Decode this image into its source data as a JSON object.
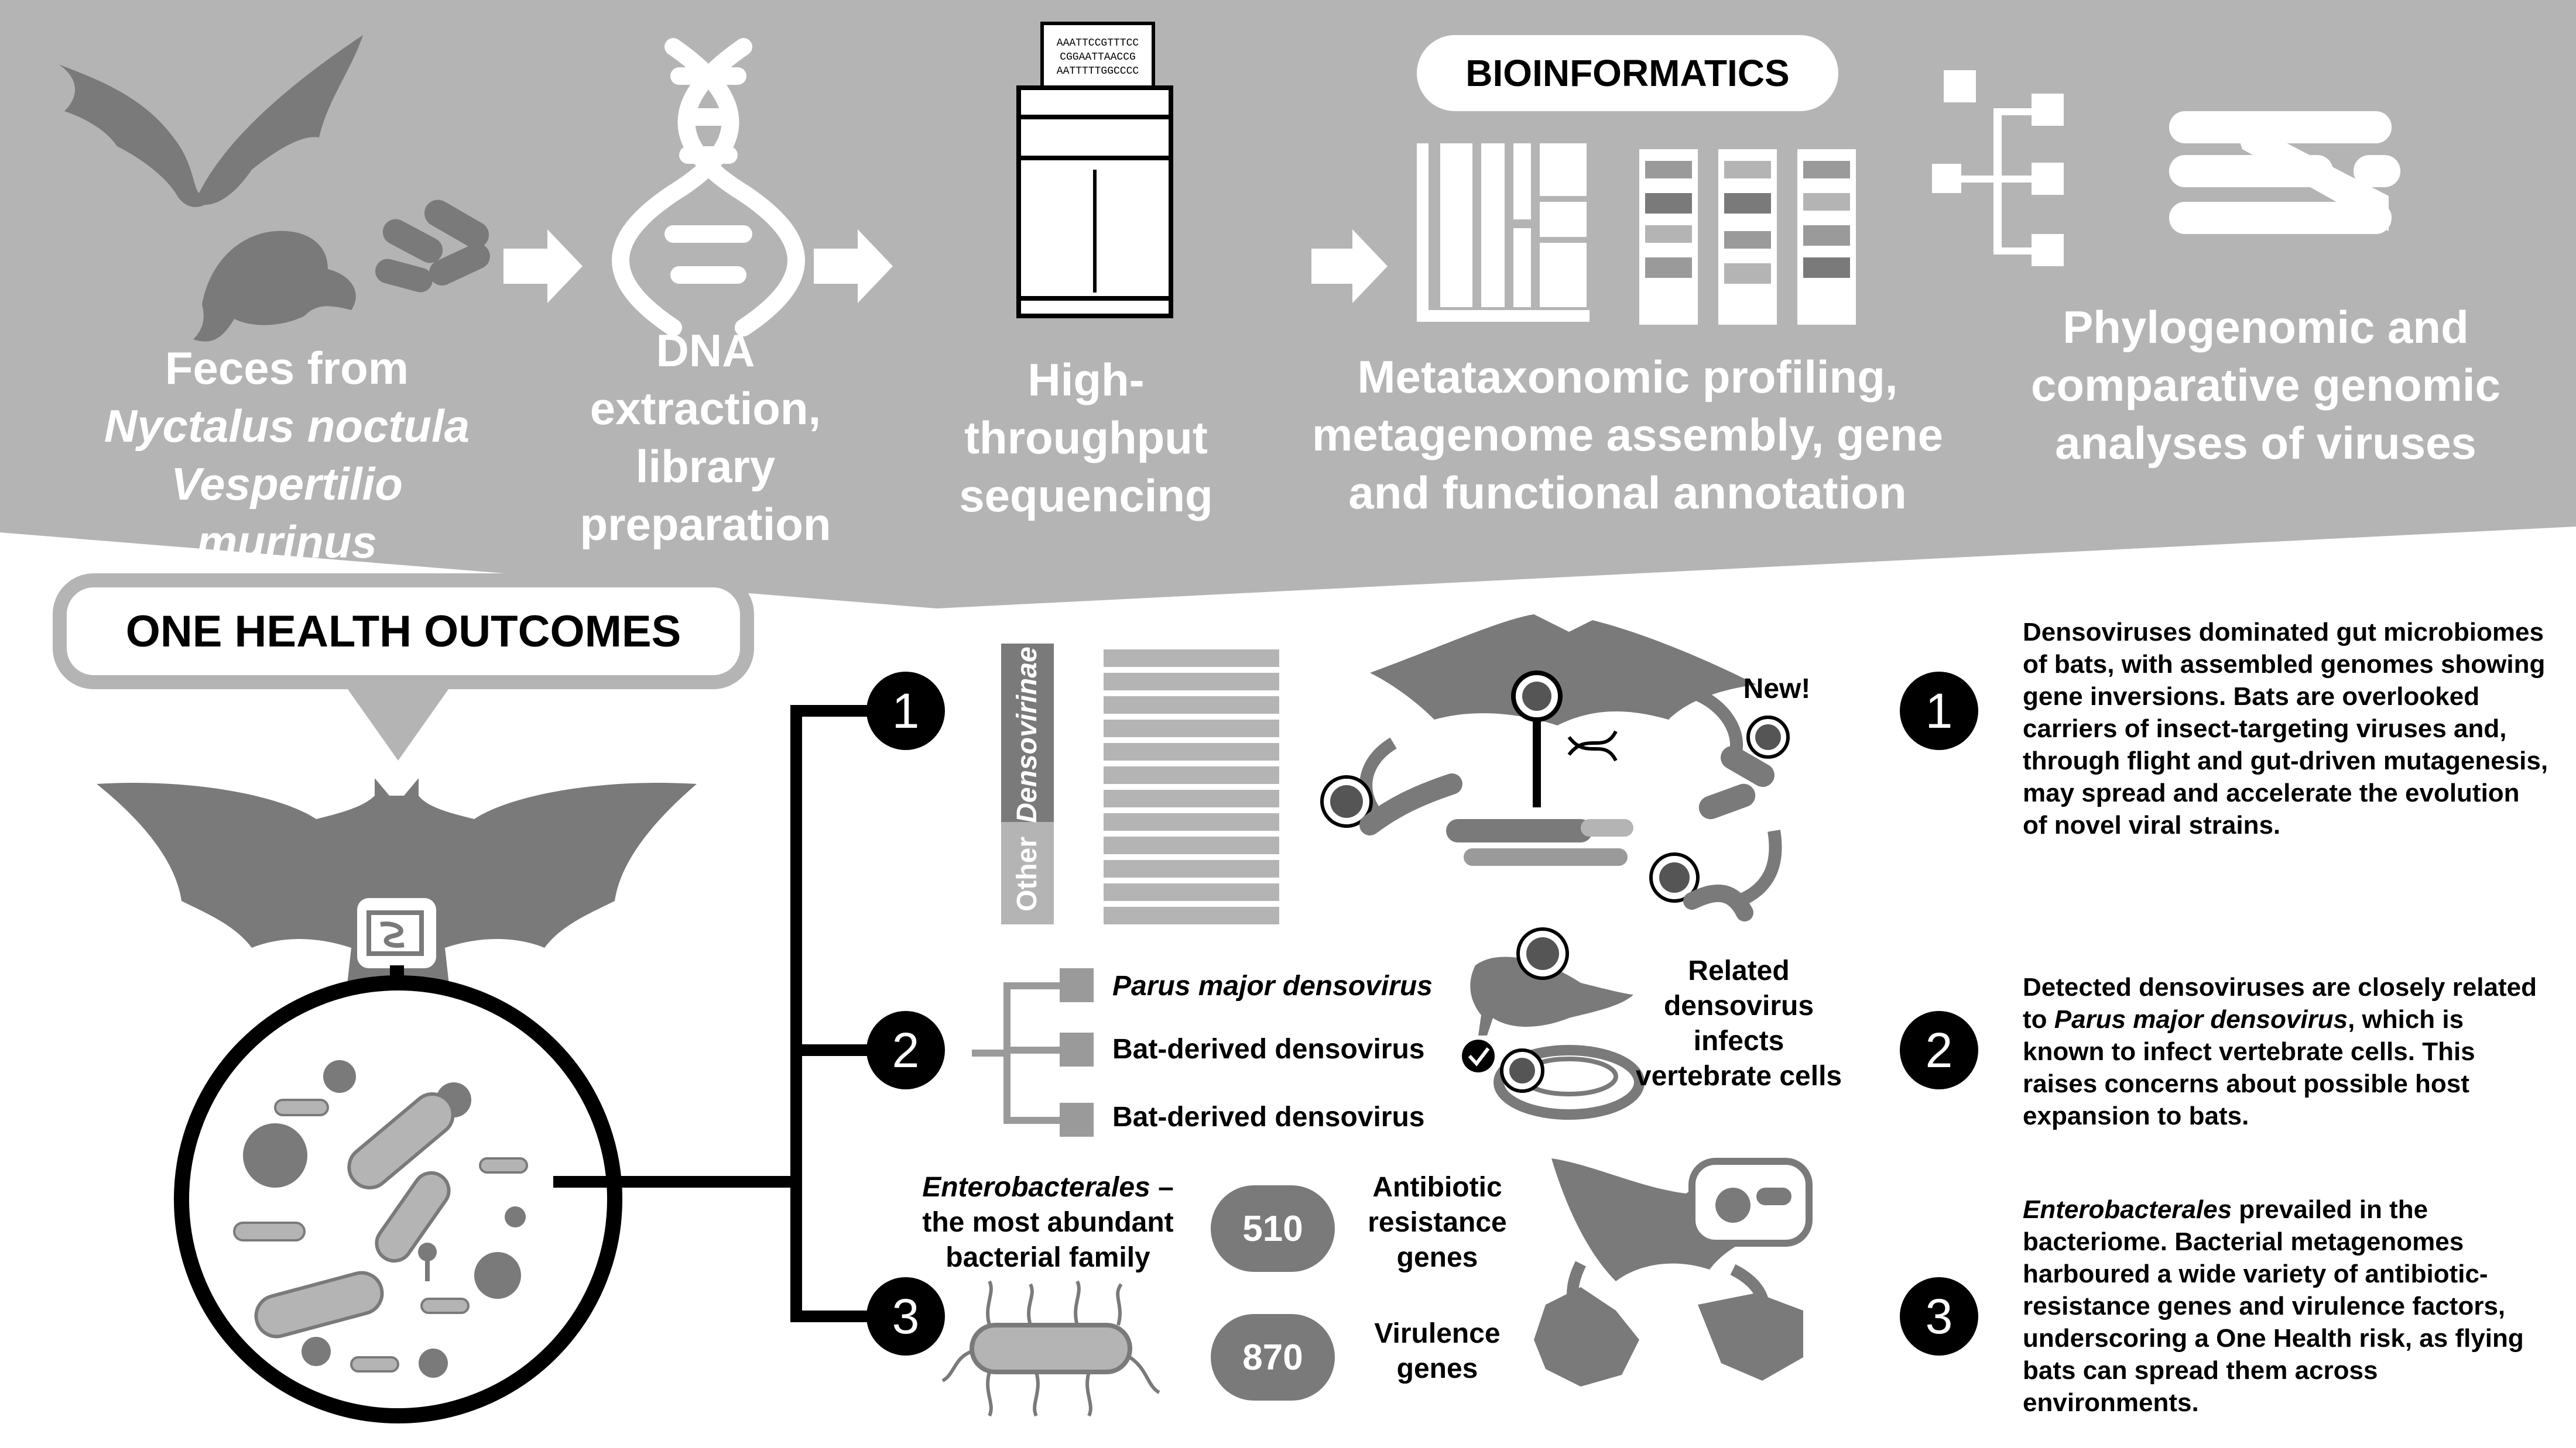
{
  "top": {
    "steps": [
      {
        "line1": "Feces from",
        "line2": "Nyctalus noctula",
        "line3": "Vespertilio murinus"
      },
      {
        "text": "DNA extraction, library preparation"
      },
      {
        "text": "High-throughput sequencing"
      },
      {
        "text": "Metataxonomic profiling, metagenome assembly, gene and functional annotation"
      },
      {
        "text": "Phylogenomic and comparative genomic analyses of viruses"
      }
    ],
    "bioinformatics_label": "BIOINFORMATICS",
    "sequencer_screen": [
      "AAATTCCGTTTCC",
      "CGGAATTAACCG",
      "AATTTTTGGCCCC"
    ]
  },
  "outcomes": {
    "title": "ONE HEALTH OUTCOMES",
    "numbers": [
      "1",
      "2",
      "3"
    ],
    "panel1": {
      "bar_labels": [
        "Densovirinae",
        "Other"
      ],
      "new_label": "New!",
      "description": "Densoviruses dominated gut microbiomes of bats, with assembled genomes showing gene inversions. Bats are overlooked carriers of insect-targeting viruses and, through flight and gut-driven mutagenesis, may spread and accelerate the evolution of novel viral strains."
    },
    "panel2": {
      "tree_labels": [
        "Parus major densovirus",
        "Bat-derived densovirus",
        "Bat-derived densovirus"
      ],
      "related_text": "Related densovirus infects vertebrate cells",
      "description_italic": "Parus major densovirus",
      "description_pre": "Detected densoviruses are closely related to ",
      "description_post": ", which is known to infect vertebrate cells. This raises concerns about possible host expansion to bats."
    },
    "panel3": {
      "family_italic": "Enterobacterales",
      "family_rest": " – the most abundant bacterial family",
      "antibiotic_count": "510",
      "antibiotic_label": "Antibiotic resistance genes",
      "virulence_count": "870",
      "virulence_label": "Virulence genes",
      "description_italic": "Enterobacterales",
      "description_rest": " prevailed in the bacteriome. Bacterial metagenomes harboured a wide variety of antibiotic-resistance genes and virulence factors, underscoring a One Health risk, as flying bats can spread them across environments."
    }
  },
  "colors": {
    "banner": "#b4b4b4",
    "dark_gray": "#7a7a7a",
    "mid_gray": "#9a9a9a",
    "white": "#ffffff",
    "black": "#000000"
  }
}
